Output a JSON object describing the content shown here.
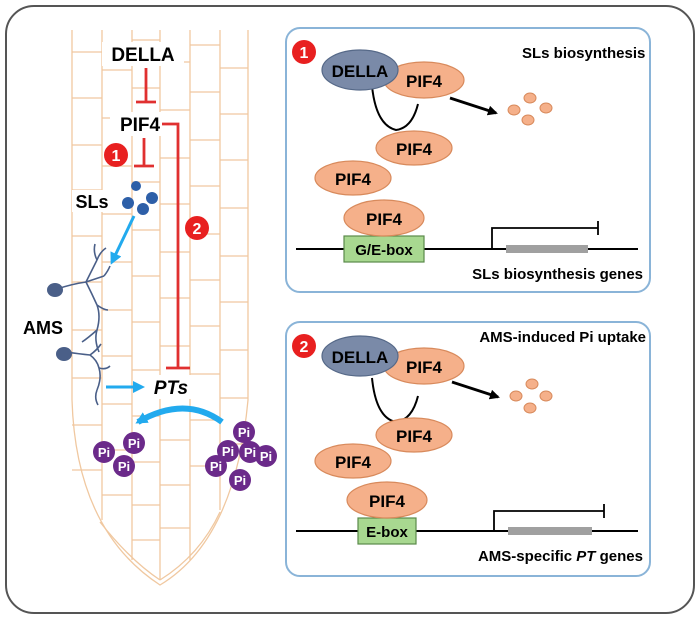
{
  "colors": {
    "inhibition": "#e03030",
    "badge": "#e82020",
    "arrow_blue": "#22aaee",
    "pif4_fill": "#f5b08a",
    "pif4_stroke": "#d88a5c",
    "della_fill": "#7a8aa8",
    "box_green": "#a8d890",
    "panel_border": "#8ab4d8",
    "pi_purple": "#6b2a8a",
    "sl_blue": "#2d5fa8",
    "cell_line": "#f0c8a0"
  },
  "root": {
    "della": "DELLA",
    "pif4": "PIF4",
    "sls": "SLs",
    "ams": "AMS",
    "pts": "PTs",
    "badge1": "1",
    "badge2": "2",
    "pi": [
      "Pi",
      "Pi",
      "Pi",
      "Pi",
      "Pi",
      "Pi",
      "Pi",
      "Pi",
      "Pi"
    ]
  },
  "panel1": {
    "badge": "1",
    "title": "SLs biosynthesis",
    "della": "DELLA",
    "pif4_bound": "PIF4",
    "pif4_free_a": "PIF4",
    "pif4_free_b": "PIF4",
    "pif4_promoter": "PIF4",
    "box": "G/E-box",
    "gene_label": "SLs biosynthesis genes"
  },
  "panel2": {
    "badge": "2",
    "title": "AMS-induced Pi uptake",
    "della": "DELLA",
    "pif4_bound": "PIF4",
    "pif4_free_a": "PIF4",
    "pif4_free_b": "PIF4",
    "pif4_promoter": "PIF4",
    "box": "E-box",
    "gene_label_prefix": "AMS-specific ",
    "gene_label_italic": "PT",
    "gene_label_suffix": " genes"
  }
}
